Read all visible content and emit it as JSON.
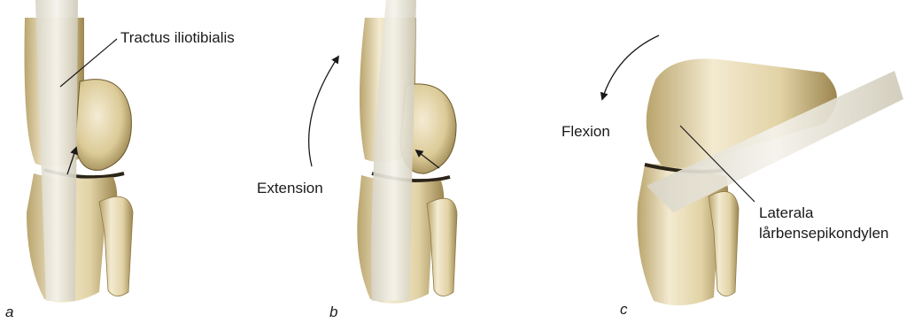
{
  "colors": {
    "bone_light": "#f3ead0",
    "bone_mid": "#dccb98",
    "bone_dark": "#8f7a45",
    "tendon": "#e9e6dc",
    "shadow": "#2b2417",
    "ink": "#1a1a1a"
  },
  "panels": [
    {
      "letter": "a",
      "labels": [
        "Tractus iliotibialis"
      ]
    },
    {
      "letter": "b",
      "labels": [
        "Extension"
      ]
    },
    {
      "letter": "c",
      "labels": [
        "Flexion",
        "Laterala",
        "lårbensepikondylen"
      ]
    }
  ],
  "icons": [
    "curved-arrow-icon",
    "small-arrow-icon"
  ]
}
